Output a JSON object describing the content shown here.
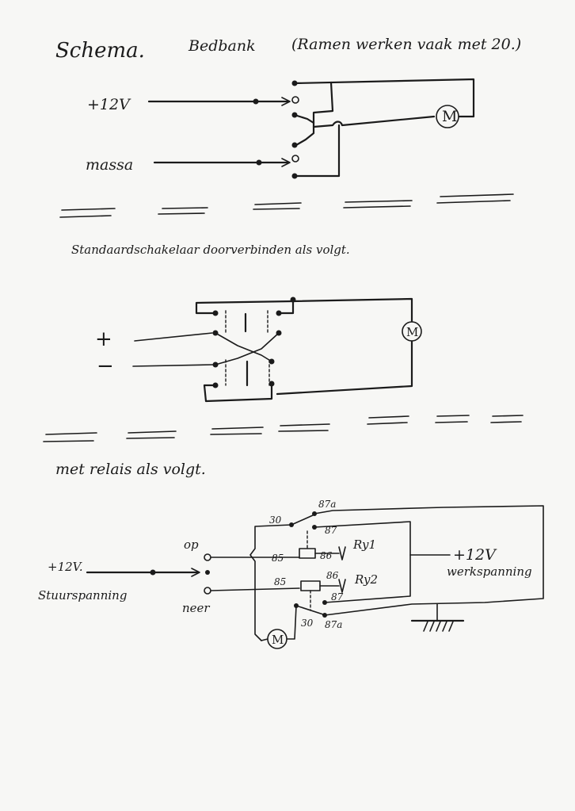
{
  "header": {
    "title": "Schema.",
    "subject": "Bedbank",
    "note": "(Ramen werken vaak met 20.)"
  },
  "diagram1": {
    "plus12v": "+12V",
    "massa": "massa",
    "motor": "M"
  },
  "caption2": "Standaardschakelaar doorverbinden als volgt.",
  "diagram2": {
    "plus": "+",
    "minus": "−",
    "motor": "M"
  },
  "caption3": "met relais als volgt.",
  "diagram3": {
    "plus12v_left": "+12V.",
    "stuurspanning": "Stuurspanning",
    "op": "op",
    "neer": "neer",
    "r1_30": "30",
    "r1_87a": "87a",
    "r1_87": "87",
    "r1_85": "85",
    "r1_86": "86",
    "ry1": "Ry1",
    "r2_85": "85",
    "r2_86": "86",
    "ry2": "Ry2",
    "r2_87": "87",
    "r2_30": "30",
    "r2_87a": "87a",
    "plus12v_right": "+12V",
    "werkspanning": "werkspanning",
    "motor": "M"
  }
}
